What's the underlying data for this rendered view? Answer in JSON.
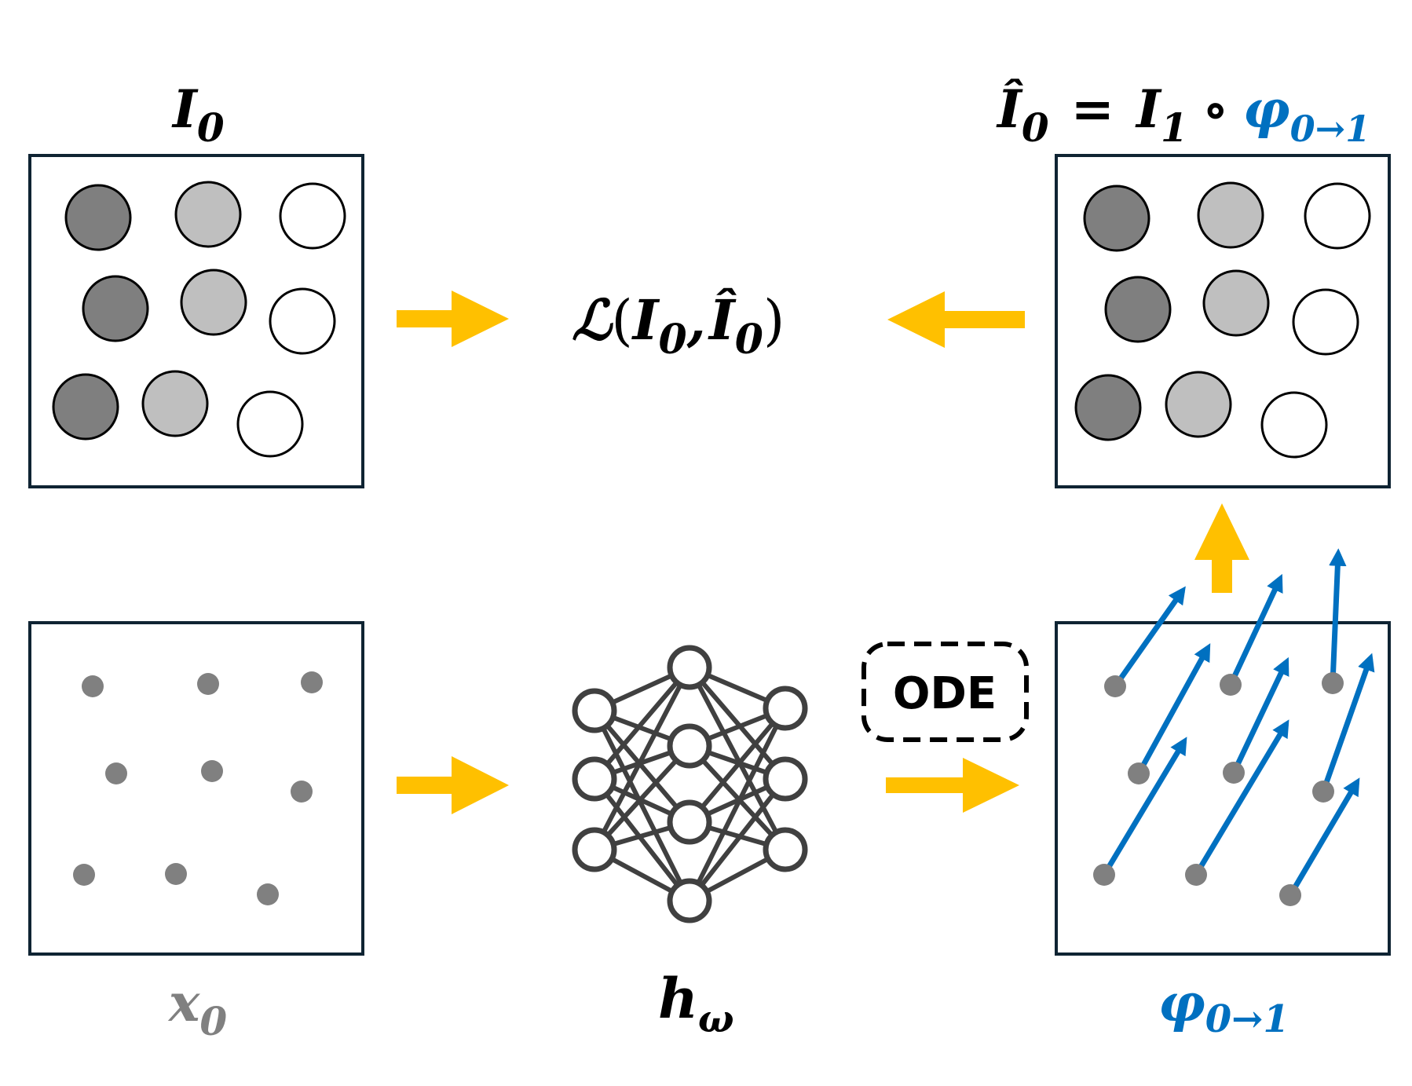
{
  "colors": {
    "frame": "#0f2433",
    "arrow_yellow": "#ffc000",
    "flow_blue": "#0070c0",
    "dark_gray": "#7f7f7f",
    "light_gray": "#bfbfbf",
    "point_gray": "#808080",
    "net_stroke": "#404040",
    "label_gray": "#808080",
    "text": "#000000"
  },
  "labels": {
    "i0_main": "I",
    "i0_sub": "0",
    "hat_lhs_main": "Î",
    "hat_lhs_sub": "0",
    "equals": "=",
    "rhs_main": "I",
    "rhs_sub": "1",
    "compose": "∘",
    "phi_main": "φ",
    "phi_sub": "0→1",
    "loss_script": "ℒ",
    "loss_open": "(",
    "loss_a_main": "I",
    "loss_a_sub": "0",
    "loss_comma": ",",
    "loss_b_main": "Î",
    "loss_b_sub": "0",
    "loss_close": ")",
    "x0_main": "x",
    "x0_sub": "0",
    "h_main": "h",
    "h_sub": "ω",
    "ode": "ODE",
    "phi_bottom_main": "φ",
    "phi_bottom_sub": "0→1"
  },
  "image_shades": [
    "dark",
    "light",
    "white",
    "dark",
    "light",
    "white",
    "dark",
    "light",
    "white"
  ],
  "network_layers": [
    3,
    4,
    3
  ]
}
